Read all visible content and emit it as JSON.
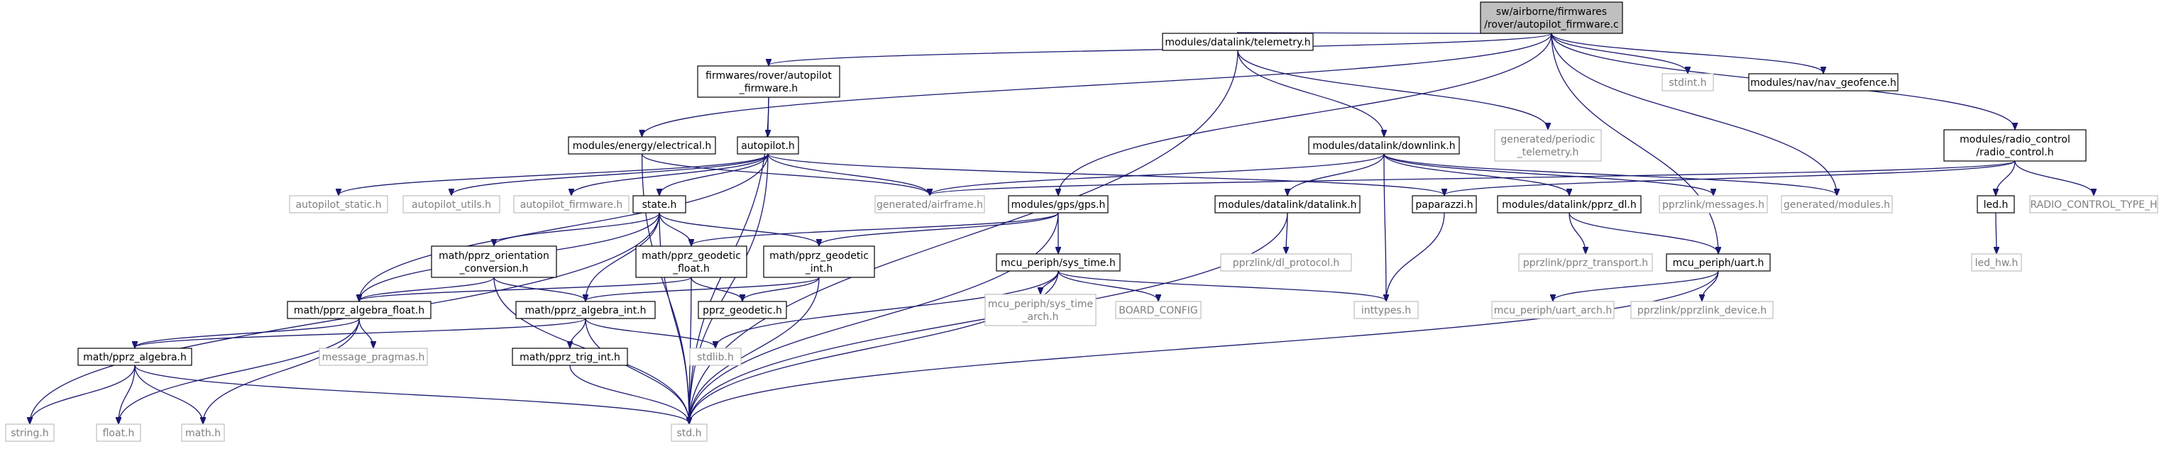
{
  "diagram": {
    "nodes": [
      {
        "id": "root",
        "lines": [
          "sw/airborne/firmwares",
          "/rover/autopilot_firmware.c"
        ],
        "style": "root"
      },
      {
        "id": "fwh",
        "lines": [
          "firmwares/rover/autopilot",
          "_firmware.h"
        ],
        "style": "box"
      },
      {
        "id": "elec",
        "lines": [
          "modules/energy/electrical.h"
        ],
        "style": "box"
      },
      {
        "id": "aph",
        "lines": [
          "autopilot.h"
        ],
        "style": "box"
      },
      {
        "id": "telem",
        "lines": [
          "modules/datalink/telemetry.h"
        ],
        "style": "box"
      },
      {
        "id": "stdint",
        "lines": [
          "stdint.h"
        ],
        "style": "plain"
      },
      {
        "id": "geofence",
        "lines": [
          "modules/nav/nav_geofence.h"
        ],
        "style": "box"
      },
      {
        "id": "periodic",
        "lines": [
          "generated/periodic",
          "_telemetry.h"
        ],
        "style": "plain"
      },
      {
        "id": "downlink",
        "lines": [
          "modules/datalink/downlink.h"
        ],
        "style": "box"
      },
      {
        "id": "radio",
        "lines": [
          "modules/radio_control",
          "/radio_control.h"
        ],
        "style": "box"
      },
      {
        "id": "apstatic",
        "lines": [
          "autopilot_static.h"
        ],
        "style": "plain"
      },
      {
        "id": "aputils",
        "lines": [
          "autopilot_utils.h"
        ],
        "style": "plain"
      },
      {
        "id": "apfirm",
        "lines": [
          "autopilot_firmware.h"
        ],
        "style": "plain"
      },
      {
        "id": "airframe",
        "lines": [
          "generated/airframe.h"
        ],
        "style": "plain"
      },
      {
        "id": "gps",
        "lines": [
          "modules/gps/gps.h"
        ],
        "style": "box"
      },
      {
        "id": "datalink",
        "lines": [
          "modules/datalink/datalink.h"
        ],
        "style": "box"
      },
      {
        "id": "paparazzi",
        "lines": [
          "paparazzi.h"
        ],
        "style": "box"
      },
      {
        "id": "pprzdl",
        "lines": [
          "modules/datalink/pprz_dl.h"
        ],
        "style": "box"
      },
      {
        "id": "messages",
        "lines": [
          "pprzlink/messages.h"
        ],
        "style": "plain"
      },
      {
        "id": "genmod",
        "lines": [
          "generated/modules.h"
        ],
        "style": "plain"
      },
      {
        "id": "led",
        "lines": [
          "led.h"
        ],
        "style": "box"
      },
      {
        "id": "rctype",
        "lines": [
          "RADIO_CONTROL_TYPE_H"
        ],
        "style": "plain"
      },
      {
        "id": "state",
        "lines": [
          "state.h"
        ],
        "style": "box"
      },
      {
        "id": "dlproto",
        "lines": [
          "pprzlink/dl_protocol.h"
        ],
        "style": "plain"
      },
      {
        "id": "transport",
        "lines": [
          "pprzlink/pprz_transport.h"
        ],
        "style": "plain"
      },
      {
        "id": "uart",
        "lines": [
          "mcu_periph/uart.h"
        ],
        "style": "box"
      },
      {
        "id": "ledhw",
        "lines": [
          "led_hw.h"
        ],
        "style": "plain"
      },
      {
        "id": "orient",
        "lines": [
          "math/pprz_orientation",
          "_conversion.h"
        ],
        "style": "box"
      },
      {
        "id": "geofloat",
        "lines": [
          "math/pprz_geodetic",
          "_float.h"
        ],
        "style": "box"
      },
      {
        "id": "geoint",
        "lines": [
          "math/pprz_geodetic",
          "_int.h"
        ],
        "style": "box"
      },
      {
        "id": "systime",
        "lines": [
          "mcu_periph/sys_time.h"
        ],
        "style": "box"
      },
      {
        "id": "algfloat",
        "lines": [
          "math/pprz_algebra_float.h"
        ],
        "style": "box"
      },
      {
        "id": "algint",
        "lines": [
          "math/pprz_algebra_int.h"
        ],
        "style": "box"
      },
      {
        "id": "geodetic",
        "lines": [
          "pprz_geodetic.h"
        ],
        "style": "box"
      },
      {
        "id": "systimearch",
        "lines": [
          "mcu_periph/sys_time",
          "_arch.h"
        ],
        "style": "plain"
      },
      {
        "id": "board",
        "lines": [
          "BOARD_CONFIG"
        ],
        "style": "plain"
      },
      {
        "id": "inttypes",
        "lines": [
          "inttypes.h"
        ],
        "style": "plain"
      },
      {
        "id": "uartarch",
        "lines": [
          "mcu_periph/uart_arch.h"
        ],
        "style": "plain"
      },
      {
        "id": "pprzdev",
        "lines": [
          "pprzlink/pprzlink_device.h"
        ],
        "style": "plain"
      },
      {
        "id": "pragmas",
        "lines": [
          "message_pragmas.h"
        ],
        "style": "plain"
      },
      {
        "id": "stdlib",
        "lines": [
          "stdlib.h"
        ],
        "style": "plain"
      },
      {
        "id": "algebra",
        "lines": [
          "math/pprz_algebra.h"
        ],
        "style": "box"
      },
      {
        "id": "trig",
        "lines": [
          "math/pprz_trig_int.h"
        ],
        "style": "box"
      },
      {
        "id": "string",
        "lines": [
          "string.h"
        ],
        "style": "plain"
      },
      {
        "id": "float",
        "lines": [
          "float.h"
        ],
        "style": "plain"
      },
      {
        "id": "math",
        "lines": [
          "math.h"
        ],
        "style": "plain"
      },
      {
        "id": "stdh",
        "lines": [
          "std.h"
        ],
        "style": "plain"
      }
    ],
    "edges": [
      [
        "root",
        "fwh"
      ],
      [
        "root",
        "elec"
      ],
      [
        "root",
        "telem"
      ],
      [
        "root",
        "stdint"
      ],
      [
        "root",
        "geofence"
      ],
      [
        "root",
        "radio"
      ],
      [
        "root",
        "gps"
      ],
      [
        "root",
        "uart"
      ],
      [
        "root",
        "genmod"
      ],
      [
        "fwh",
        "aph"
      ],
      [
        "fwh",
        "stdh"
      ],
      [
        "elec",
        "airframe"
      ],
      [
        "elec",
        "stdh"
      ],
      [
        "aph",
        "apstatic"
      ],
      [
        "aph",
        "aputils"
      ],
      [
        "aph",
        "apfirm"
      ],
      [
        "aph",
        "airframe"
      ],
      [
        "aph",
        "paparazzi"
      ],
      [
        "aph",
        "state"
      ],
      [
        "aph",
        "stdh"
      ],
      [
        "aph",
        "algfloat"
      ],
      [
        "telem",
        "periodic"
      ],
      [
        "telem",
        "downlink"
      ],
      [
        "telem",
        "stdh"
      ],
      [
        "downlink",
        "airframe"
      ],
      [
        "downlink",
        "datalink"
      ],
      [
        "downlink",
        "pprzdl"
      ],
      [
        "downlink",
        "messages"
      ],
      [
        "downlink",
        "genmod"
      ],
      [
        "downlink",
        "inttypes"
      ],
      [
        "radio",
        "airframe"
      ],
      [
        "radio",
        "paparazzi"
      ],
      [
        "radio",
        "led"
      ],
      [
        "radio",
        "rctype"
      ],
      [
        "gps",
        "geofloat"
      ],
      [
        "gps",
        "geoint"
      ],
      [
        "gps",
        "systime"
      ],
      [
        "gps",
        "stdh"
      ],
      [
        "datalink",
        "dlproto"
      ],
      [
        "datalink",
        "stdh"
      ],
      [
        "paparazzi",
        "inttypes"
      ],
      [
        "pprzdl",
        "transport"
      ],
      [
        "pprzdl",
        "uart"
      ],
      [
        "led",
        "ledhw"
      ],
      [
        "state",
        "orient"
      ],
      [
        "state",
        "geofloat"
      ],
      [
        "state",
        "geoint"
      ],
      [
        "state",
        "algfloat"
      ],
      [
        "state",
        "algint"
      ],
      [
        "state",
        "stdh"
      ],
      [
        "state",
        "string"
      ],
      [
        "uart",
        "uartarch"
      ],
      [
        "uart",
        "pprzdev"
      ],
      [
        "uart",
        "stdh"
      ],
      [
        "orient",
        "algfloat"
      ],
      [
        "orient",
        "algint"
      ],
      [
        "orient",
        "stdh"
      ],
      [
        "geofloat",
        "algfloat"
      ],
      [
        "geofloat",
        "geodetic"
      ],
      [
        "geofloat",
        "stdh"
      ],
      [
        "geoint",
        "algint"
      ],
      [
        "geoint",
        "geodetic"
      ],
      [
        "geoint",
        "stdh"
      ],
      [
        "systime",
        "systimearch"
      ],
      [
        "systime",
        "board"
      ],
      [
        "systime",
        "inttypes"
      ],
      [
        "systime",
        "stdlib"
      ],
      [
        "systime",
        "stdh"
      ],
      [
        "algfloat",
        "algebra"
      ],
      [
        "algfloat",
        "pragmas"
      ],
      [
        "algfloat",
        "math"
      ],
      [
        "algfloat",
        "float"
      ],
      [
        "algint",
        "algebra"
      ],
      [
        "algint",
        "trig"
      ],
      [
        "algint",
        "stdlib"
      ],
      [
        "algint",
        "stdh"
      ],
      [
        "algebra",
        "string"
      ],
      [
        "algebra",
        "float"
      ],
      [
        "algebra",
        "math"
      ],
      [
        "algebra",
        "stdh"
      ],
      [
        "trig",
        "stdh"
      ]
    ]
  }
}
